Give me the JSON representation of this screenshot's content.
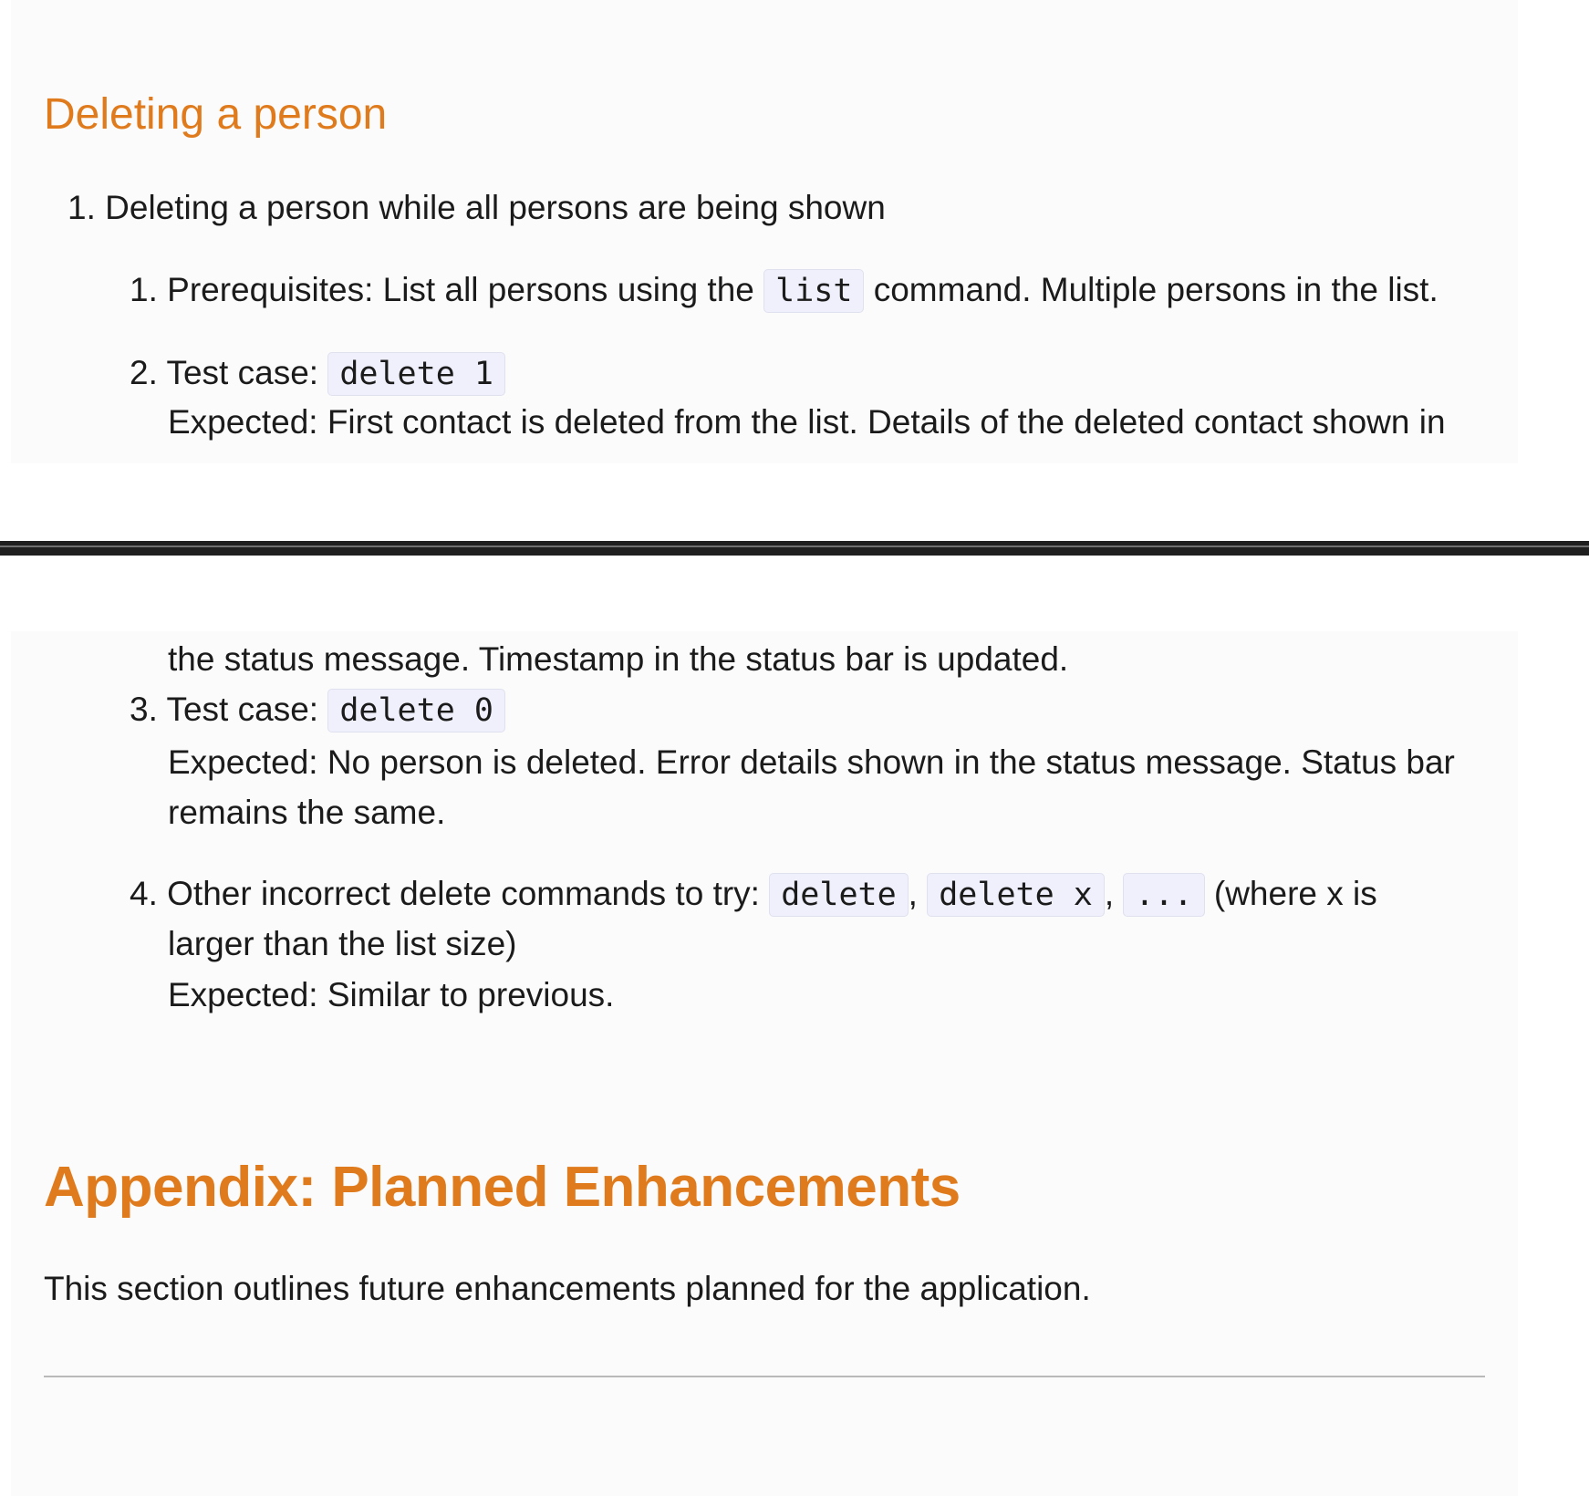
{
  "section": {
    "heading": "Deleting a person",
    "item1": {
      "number": "1.",
      "text": "Deleting a person while all persons are being shown"
    },
    "sub1": {
      "number": "1.",
      "text_before": "Prerequisites: List all persons using the",
      "code": "list",
      "text_after": "command. Multiple persons in the list."
    },
    "sub2": {
      "number": "2.",
      "label": "Test case:",
      "code": "delete 1",
      "expected_line1": "Expected: First contact is deleted from the list. Details of the deleted contact shown in",
      "expected_line2": "the status message. Timestamp in the status bar is updated."
    },
    "sub3": {
      "number": "3.",
      "label": "Test case:",
      "code": "delete 0",
      "expected_line1": "Expected: No person is deleted. Error details shown in the status message. Status bar",
      "expected_line2": "remains the same."
    },
    "sub4": {
      "number": "4.",
      "label": "Other incorrect delete commands to try:",
      "code1": "delete",
      "sep1": ",",
      "code2": "delete x",
      "sep2": ",",
      "code3": "...",
      "text_after": "(where x is",
      "line2": "larger than the list size)",
      "expected": "Expected: Similar to previous."
    }
  },
  "appendix": {
    "heading": "Appendix: Planned Enhancements",
    "intro": "This section outlines future enhancements planned for the application."
  }
}
